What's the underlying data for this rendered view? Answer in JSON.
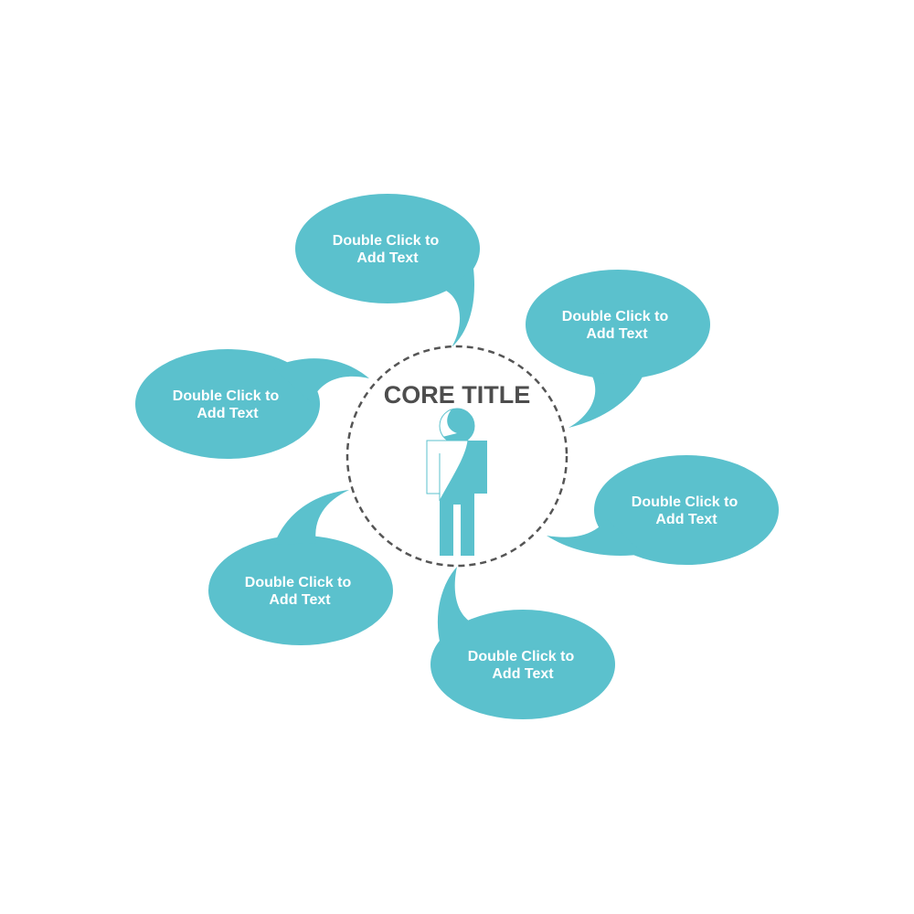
{
  "diagram": {
    "core_title": "CORE TITLE",
    "bubbles": [
      {
        "line1": "Double Click to",
        "line2": "Add Text"
      },
      {
        "line1": "Double Click to",
        "line2": "Add Text"
      },
      {
        "line1": "Double Click to",
        "line2": "Add Text"
      },
      {
        "line1": "Double Click to",
        "line2": "Add Text"
      },
      {
        "line1": "Double Click to",
        "line2": "Add Text"
      },
      {
        "line1": "Double Click to",
        "line2": "Add Text"
      }
    ]
  },
  "colors": {
    "bubble": "#5bc1cd",
    "bubble_text": "#ffffff",
    "title": "#4d4d4d",
    "dashed_circle": "#555555",
    "person": "#5bc1cd"
  },
  "icons": {
    "center": "person-icon"
  }
}
